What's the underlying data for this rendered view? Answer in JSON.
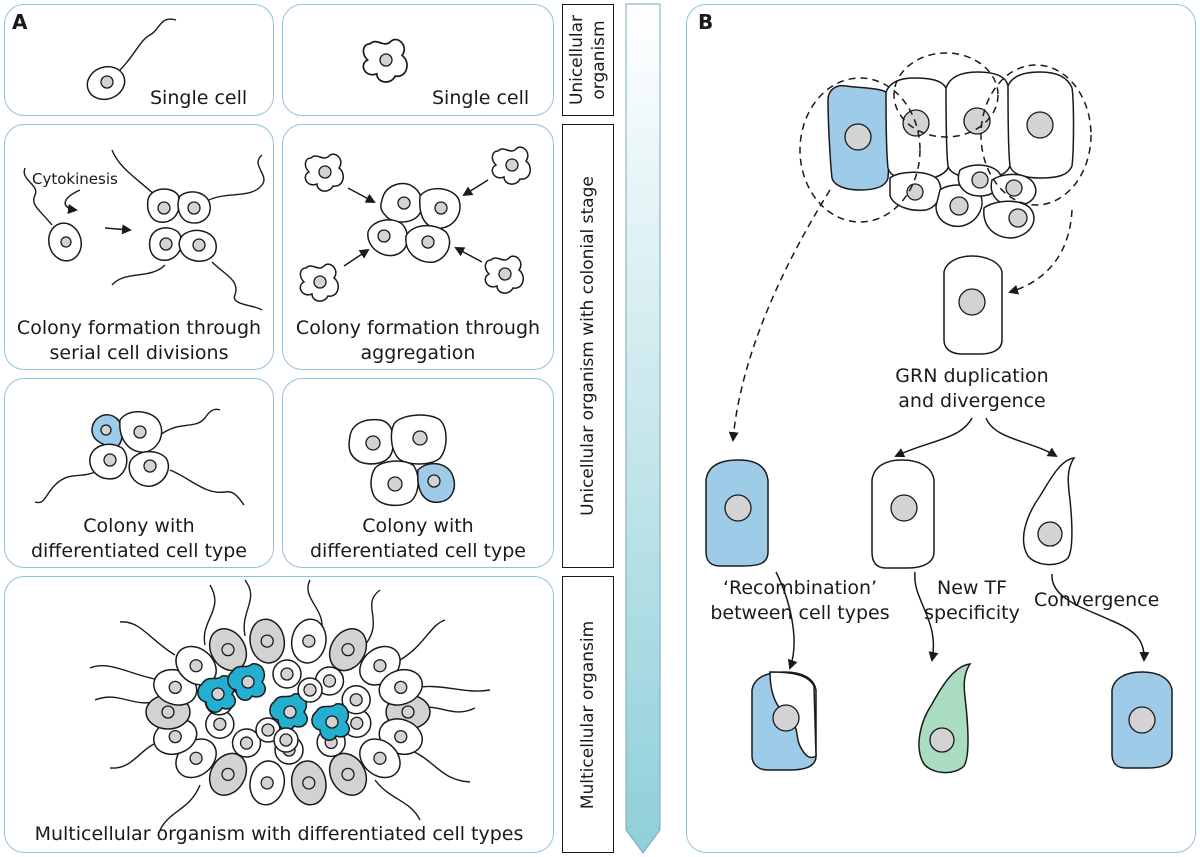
{
  "panel_a": {
    "letter": "A",
    "single_cell_1": "Single cell",
    "single_cell_2": "Single cell",
    "cytokinesis": "Cytokinesis",
    "colony_serial_l1": "Colony formation through",
    "colony_serial_l2": "serial cell divisions",
    "colony_agg_l1": "Colony formation through",
    "colony_agg_l2": "aggregation",
    "colony_diff1_l1": "Colony with",
    "colony_diff1_l2": "differentiated cell type",
    "colony_diff2_l1": "Colony with",
    "colony_diff2_l2": "differentiated cell type",
    "multicellular": "Multicellular organism with differentiated cell types"
  },
  "stages": {
    "unicellular_l1": "Unicellular",
    "unicellular_l2": "organism",
    "colonial": "Unicellular organism with colonial stage",
    "multicellular": "Multicellular organsim"
  },
  "panel_b": {
    "letter": "B",
    "grn_l1": "GRN duplication",
    "grn_l2": "and divergence",
    "recomb_l1": "‘Recombination’",
    "recomb_l2": "between cell types",
    "newtf_l1": "New TF",
    "newtf_l2": "specificity",
    "convergence": "Convergence"
  },
  "colors": {
    "panel_border": "#8fc3dd",
    "cell_blue": "#9dcbe8",
    "cell_teal": "#22afd0",
    "cell_grey": "#d2d2d2",
    "cell_green": "#a9dcc1",
    "nucleus": "#d3d3d3"
  }
}
